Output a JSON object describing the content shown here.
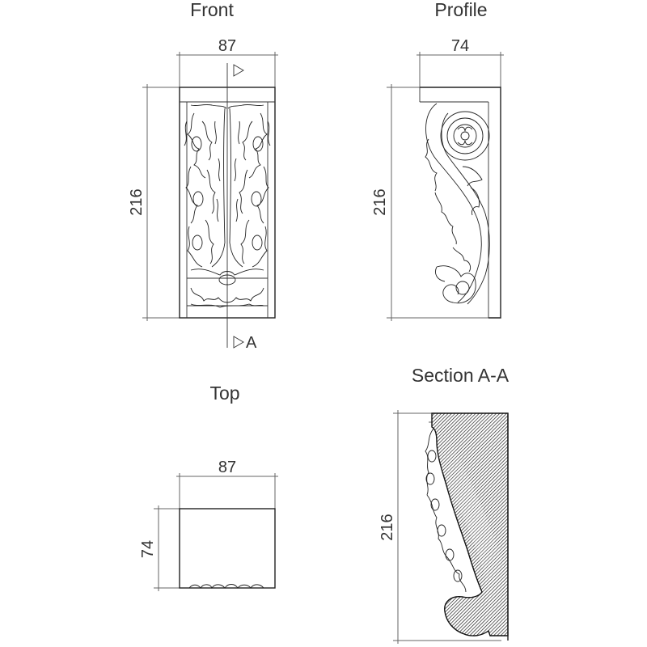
{
  "views": {
    "front": {
      "title": "Front",
      "width_label": "87",
      "height_label": "216",
      "section_marker": "A"
    },
    "profile": {
      "title": "Profile",
      "width_label": "74",
      "height_label": "216"
    },
    "top": {
      "title": "Top",
      "width_label": "87",
      "height_label": "74"
    },
    "section": {
      "title": "Section A-A",
      "height_label": "216"
    }
  }
}
